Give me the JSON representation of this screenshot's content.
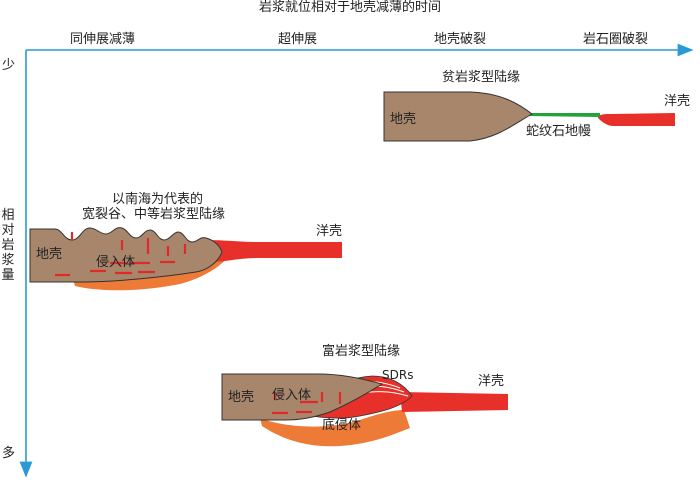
{
  "axes": {
    "x_title": "岩浆就位相对于地壳减薄的时间",
    "stages": [
      "同伸展减薄",
      "超伸展",
      "地壳破裂",
      "岩石圈破裂"
    ],
    "y_title": "相对岩浆量",
    "y_top": "少",
    "y_bottom": "多"
  },
  "colors": {
    "axis": "#2a9ad6",
    "crust": "#a8866b",
    "oceanic_crust": "#e8302a",
    "intrusion": "#ed7a36",
    "serpentinite": "#21a33a",
    "intrusion_dash": "#e02a2a"
  },
  "panels": {
    "poor": {
      "title": "贫岩浆型陆缘",
      "crust": "地壳",
      "oceanic": "洋壳",
      "serpentinite": "蛇纹石地幔"
    },
    "intermediate": {
      "title_line1": "以南海为代表的",
      "title_line2": "宽裂谷、中等岩浆型陆缘",
      "crust": "地壳",
      "intrusion": "侵入体",
      "oceanic": "洋壳"
    },
    "rich": {
      "title": "富岩浆型陆缘",
      "crust": "地壳",
      "intrusion": "侵入体",
      "sdrs": "SDRs",
      "underplating": "底侵体",
      "oceanic": "洋壳"
    }
  }
}
